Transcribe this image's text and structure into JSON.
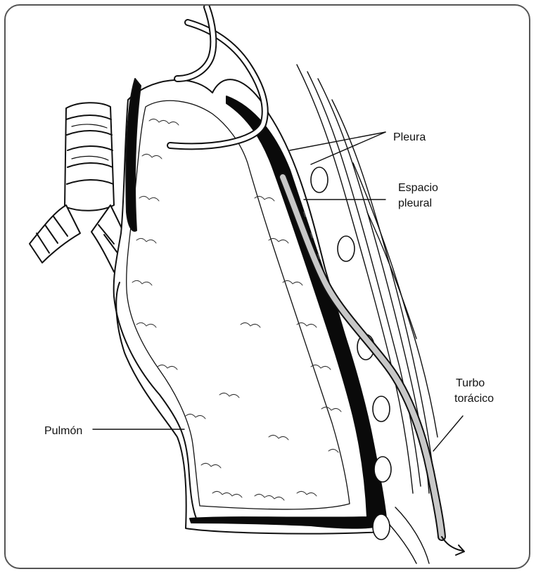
{
  "labels": {
    "pleura": "Pleura",
    "espacio_line1": "Espacio",
    "espacio_line2": "pleural",
    "tubo_line1": "Turbo",
    "tubo_line2": "torácico",
    "pulmon": "Pulmón"
  },
  "colors": {
    "ink": "#111111",
    "pleural_space": "#0a0a0a",
    "tube": "#c8c8c8",
    "frame": "#555555"
  }
}
